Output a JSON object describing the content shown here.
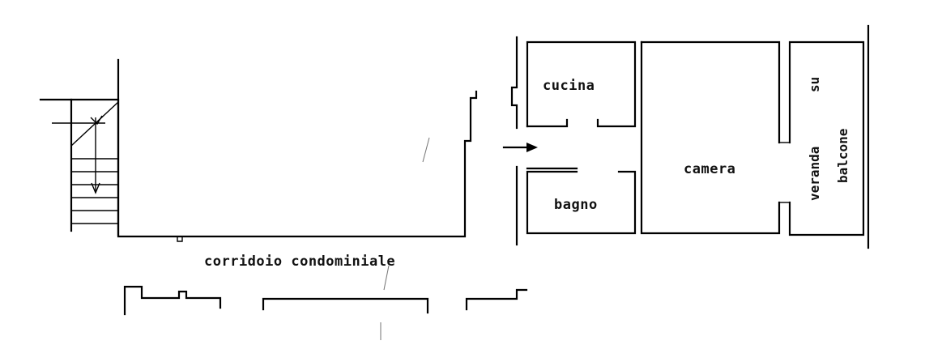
{
  "plan": {
    "labels": {
      "cucina": "cucina",
      "camera": "camera",
      "bagno": "bagno",
      "veranda": "veranda",
      "su": "su",
      "balcone": "balcone",
      "corridoio": "corridoio condominiale"
    },
    "colors": {
      "ink": "#000000",
      "paper": "#ffffff"
    },
    "icons": [
      "entrance-arrow-icon",
      "stair-direction-arrow-icon"
    ]
  }
}
